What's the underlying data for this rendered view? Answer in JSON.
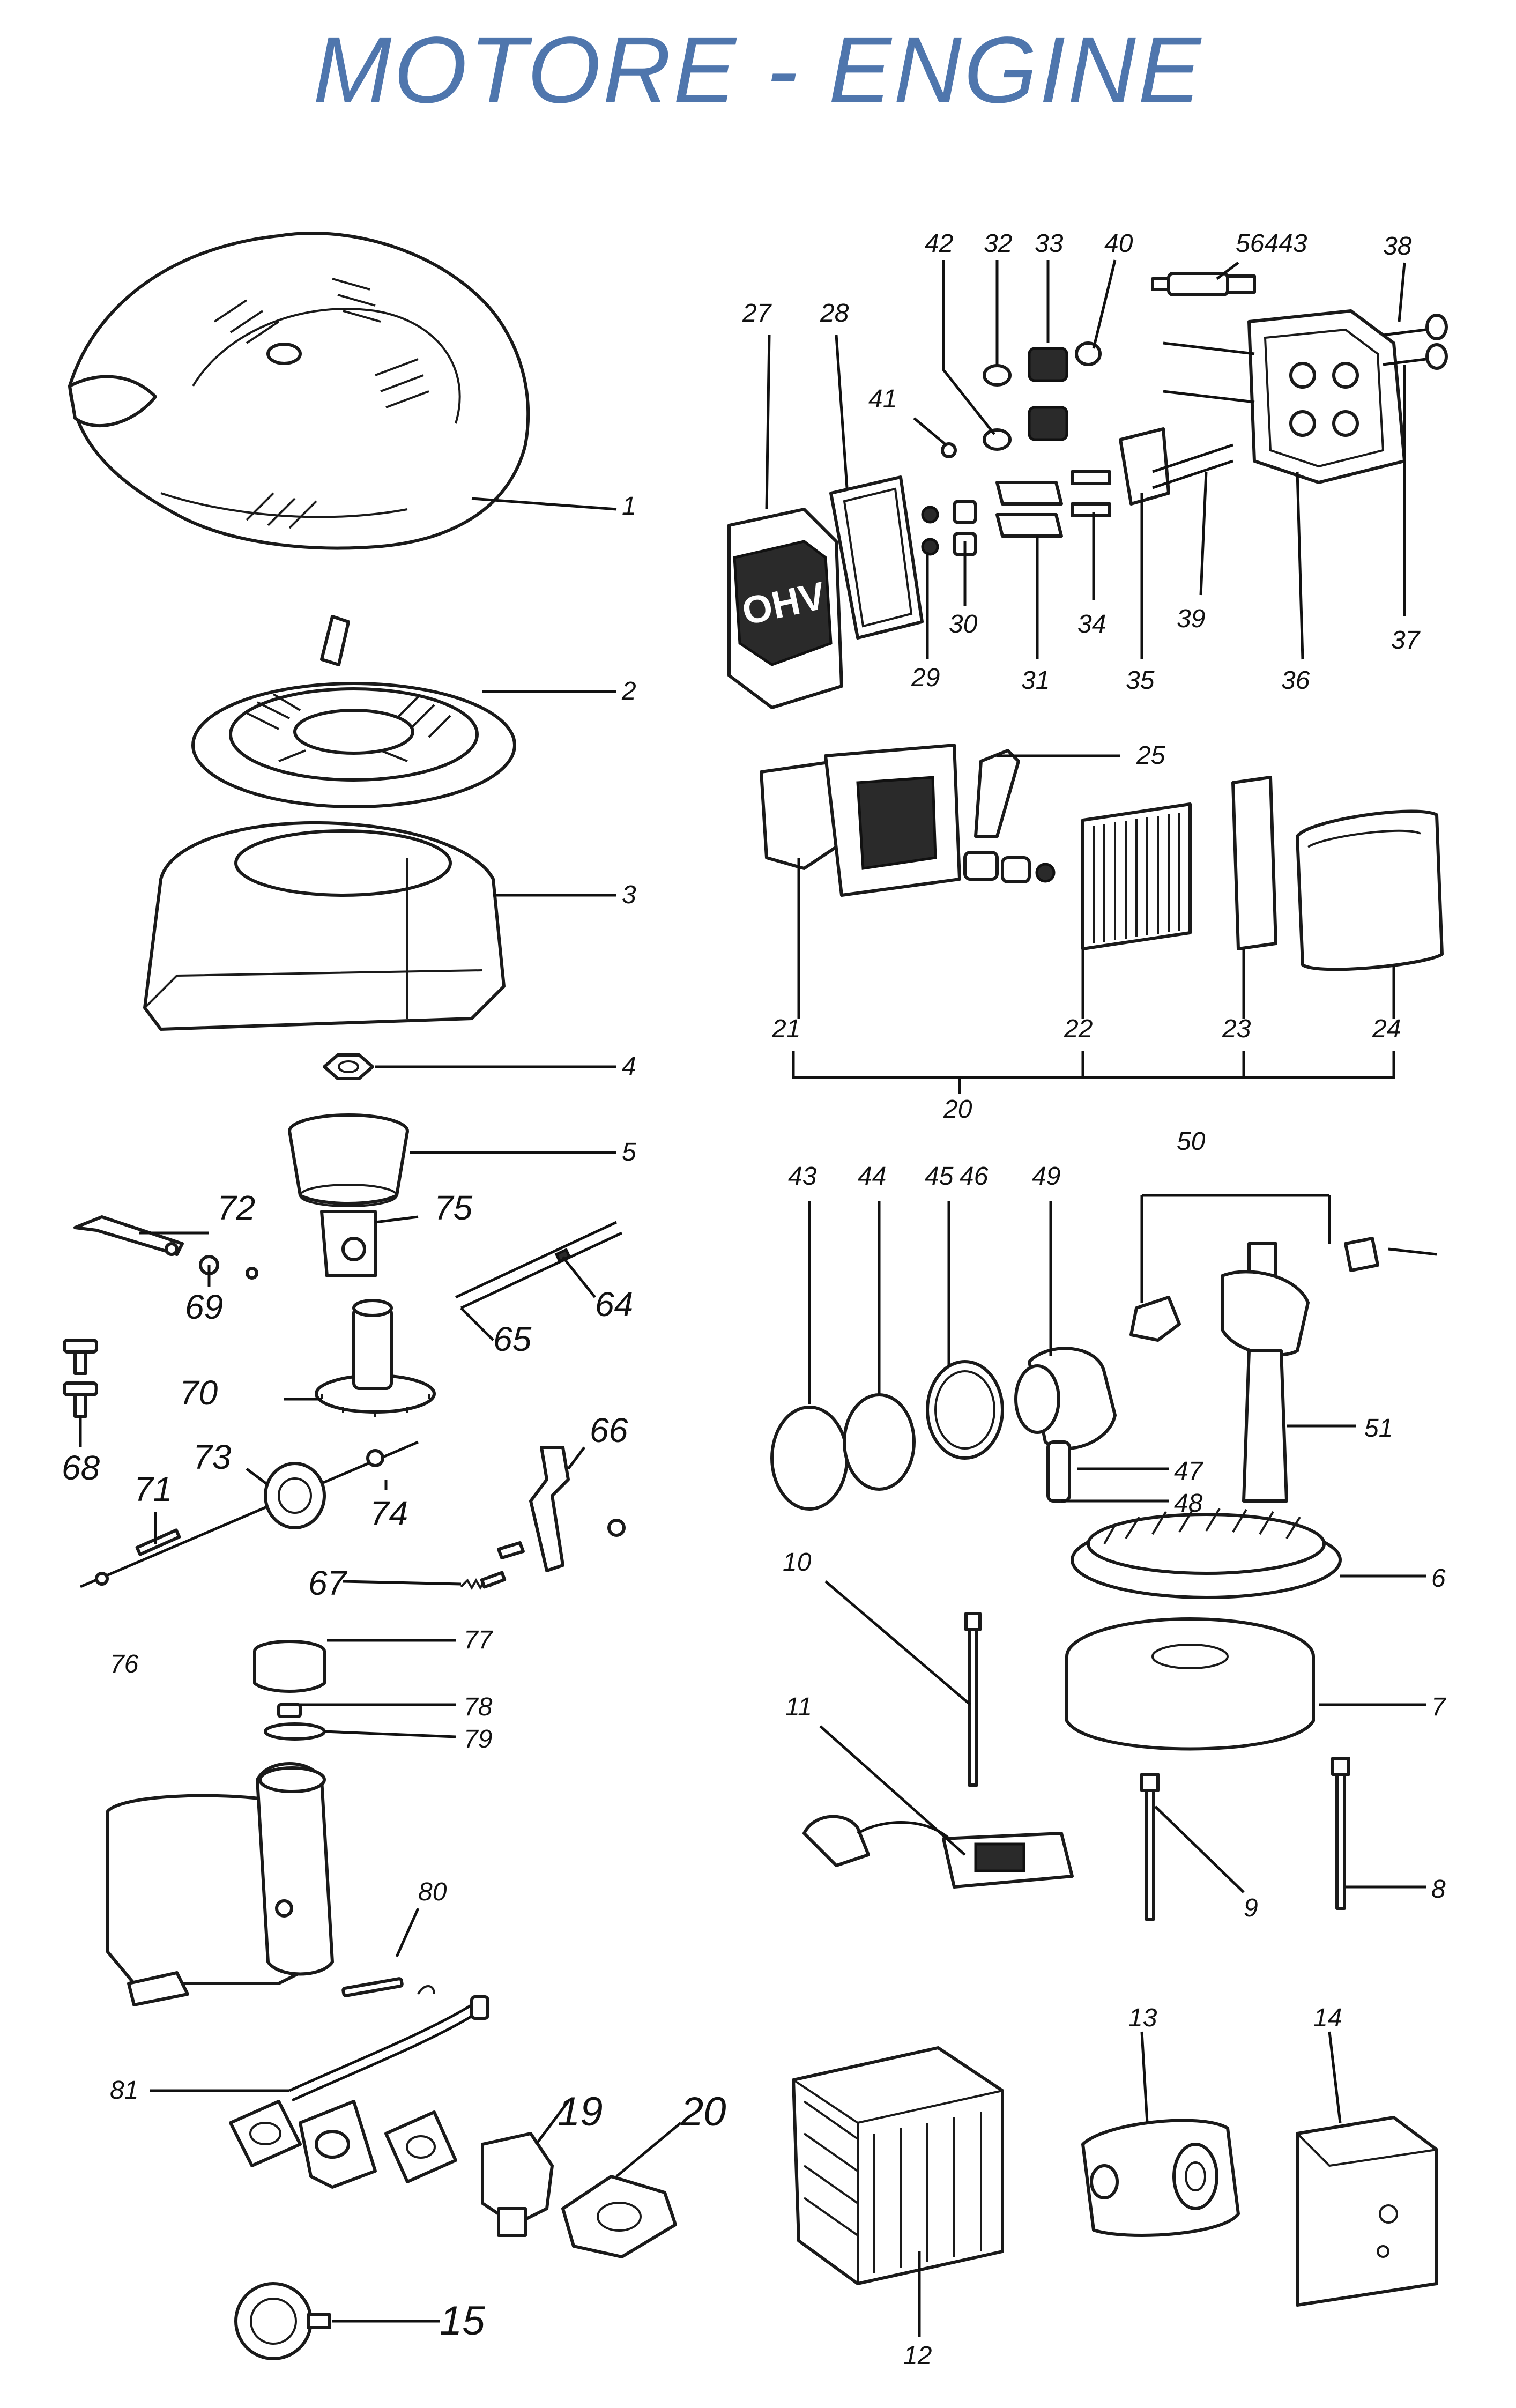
{
  "title": "MOTORE - ENGINE",
  "colors": {
    "title": "#4f76ad",
    "ink": "#1a1a1a"
  },
  "part_numbers": {
    "p1": "1",
    "p2": "2",
    "p3": "3",
    "p4": "4",
    "p5": "5",
    "p6": "6",
    "p7": "7",
    "p8": "8",
    "p9": "9",
    "p10": "10",
    "p11": "11",
    "p12": "12",
    "p13": "13",
    "p14": "14",
    "p15": "15",
    "p19": "19",
    "p20a": "20",
    "p20b": "20",
    "p21": "21",
    "p22": "22",
    "p23": "23",
    "p24": "24",
    "p25": "25",
    "p27": "27",
    "p28": "28",
    "p29": "29",
    "p30": "30",
    "p31": "31",
    "p32": "32",
    "p33": "33",
    "p34": "34",
    "p35": "35",
    "p36": "36",
    "p37": "37",
    "p38": "38",
    "p39": "39",
    "p40": "40",
    "p41": "41",
    "p42": "42",
    "p43": "43",
    "p44": "44",
    "p45": "45",
    "p46": "46",
    "p47": "47",
    "p48": "48",
    "p49": "49",
    "p50": "50",
    "p51": "51",
    "p56443": "56443",
    "p64": "64",
    "p65": "65",
    "p66": "66",
    "p67": "67",
    "p68": "68",
    "p69": "69",
    "p70": "70",
    "p71": "71",
    "p72": "72",
    "p73": "73",
    "p74": "74",
    "p75": "75",
    "p76": "76",
    "p77": "77",
    "p78": "78",
    "p79": "79",
    "p80": "80",
    "p81": "81"
  },
  "valve_cover_marking": "OHV"
}
